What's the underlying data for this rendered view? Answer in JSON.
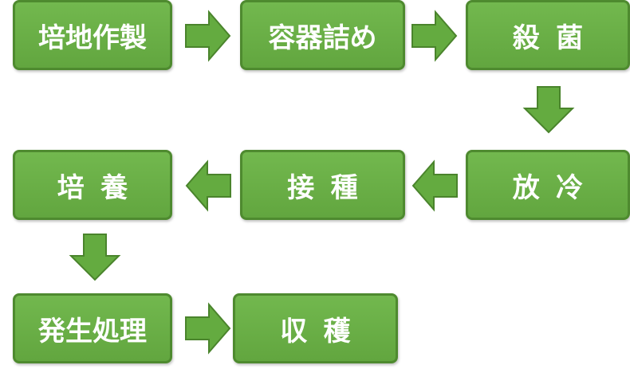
{
  "diagram": {
    "steps": [
      {
        "id": "s1",
        "label": "培地作製"
      },
      {
        "id": "s2",
        "label": "容器詰め"
      },
      {
        "id": "s3",
        "label": "殺菌"
      },
      {
        "id": "s4",
        "label": "放冷"
      },
      {
        "id": "s5",
        "label": "接種"
      },
      {
        "id": "s6",
        "label": "培養"
      },
      {
        "id": "s7",
        "label": "発生処理"
      },
      {
        "id": "s8",
        "label": "収穫"
      }
    ],
    "flow": [
      {
        "from": "s1",
        "to": "s2",
        "direction": "right"
      },
      {
        "from": "s2",
        "to": "s3",
        "direction": "right"
      },
      {
        "from": "s3",
        "to": "s4",
        "direction": "down"
      },
      {
        "from": "s4",
        "to": "s5",
        "direction": "left"
      },
      {
        "from": "s5",
        "to": "s6",
        "direction": "left"
      },
      {
        "from": "s6",
        "to": "s7",
        "direction": "down"
      },
      {
        "from": "s7",
        "to": "s8",
        "direction": "right"
      }
    ],
    "colors": {
      "box_fill": "#66ad42",
      "box_border": "#4e8a2f",
      "text": "#ffffff",
      "arrow_fill": "#64ab40",
      "arrow_border": "#4a842c"
    }
  }
}
